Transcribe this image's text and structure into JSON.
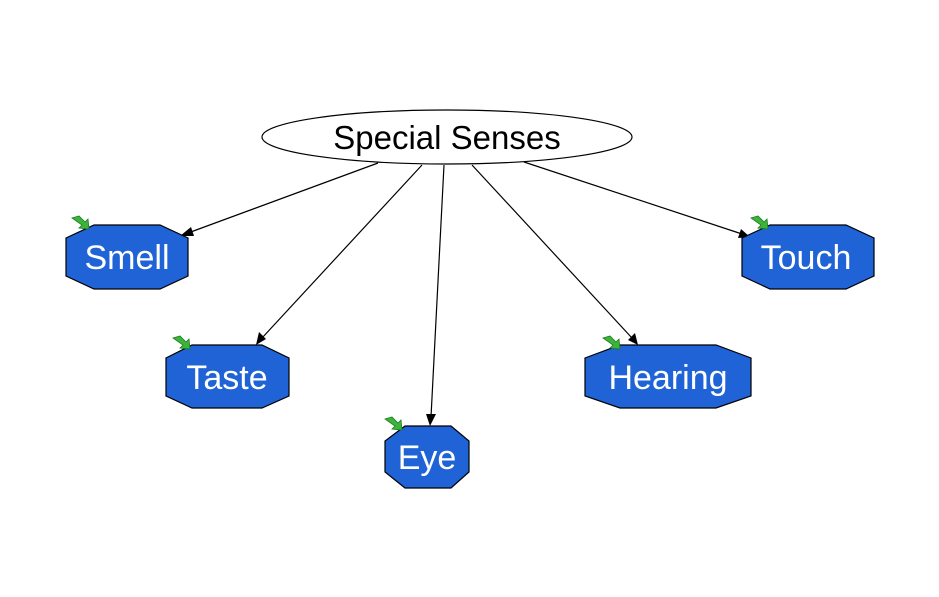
{
  "diagram": {
    "root": {
      "label": "Special Senses"
    },
    "children": [
      {
        "id": "smell",
        "label": "Smell"
      },
      {
        "id": "taste",
        "label": "Taste"
      },
      {
        "id": "eye",
        "label": "Eye"
      },
      {
        "id": "hearing",
        "label": "Hearing"
      },
      {
        "id": "touch",
        "label": "Touch"
      }
    ]
  },
  "colors": {
    "node_fill": "#1f63d6",
    "node_stroke": "#000000",
    "marker_green": "#3cb43c",
    "marker_green_dark": "#1f7a1f",
    "edge": "#000000",
    "background": "#ffffff"
  },
  "icons": {
    "node_marker": "green-arrow-marker-icon"
  }
}
